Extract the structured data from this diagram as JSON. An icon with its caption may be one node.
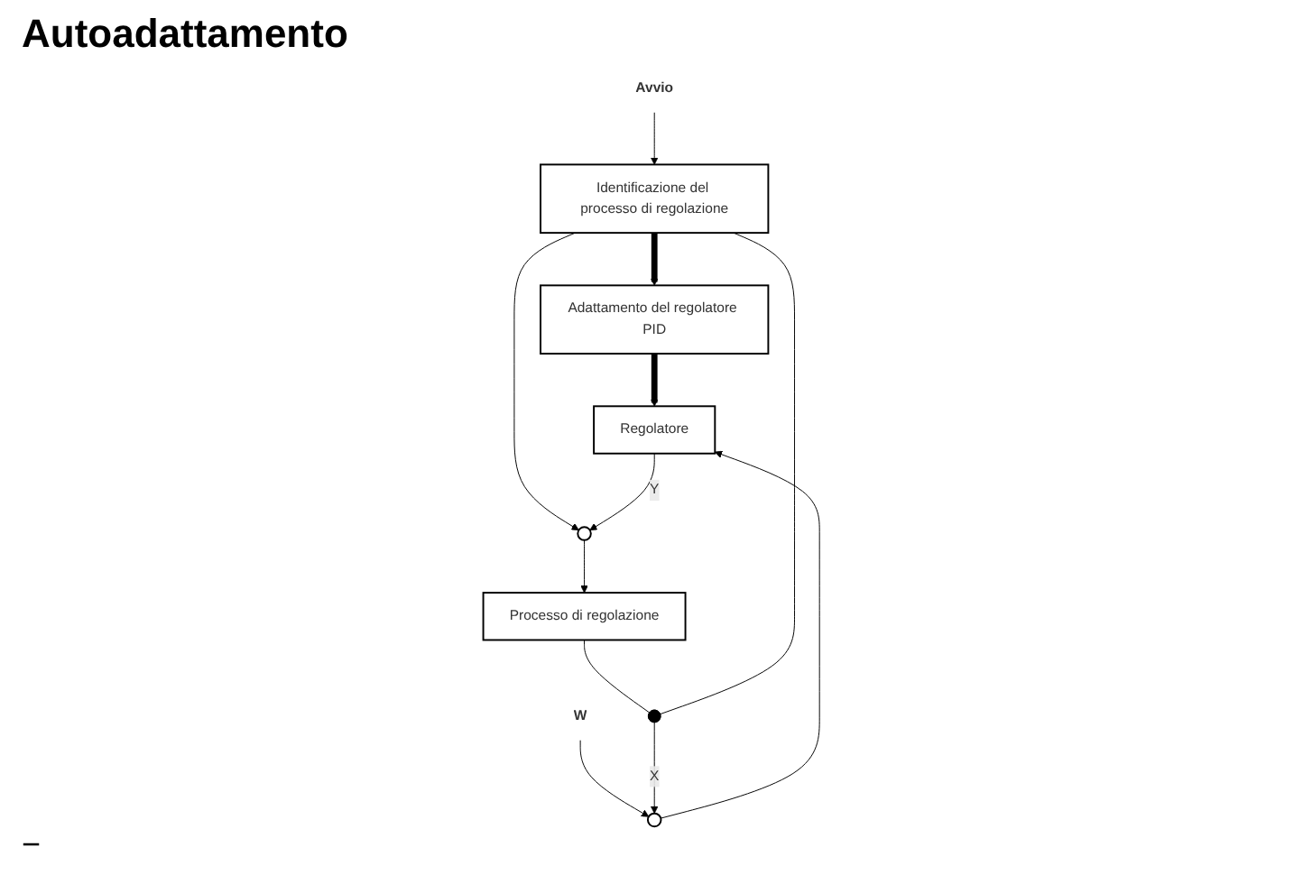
{
  "diagram": {
    "title": "Autoadattamento",
    "nodes": [
      {
        "text": [
          "Avvio"
        ]
      },
      {
        "text": [
          "Adattamento del regolatore PID"
        ]
      },
      {
        "text": [
          "Identificazione del processo di regolazione"
        ]
      },
      {
        "text": [
          "W"
        ]
      },
      {
        "text": [],
        "shape": "circle"
      },
      {
        "text": [
          "Regolatore"
        ]
      },
      {
        "text": [],
        "shape": "circle"
      },
      {
        "text": [
          "Processo di regolazione"
        ]
      },
      {
        "text": [],
        "shape": "dot"
      }
    ],
    "edges": [
      {
        "from": 0,
        "to": 2,
        "arrow": "to"
      },
      {
        "from": 2,
        "to": 1,
        "arrow": "to",
        "style": "thick"
      },
      {
        "from": 1,
        "to": 5,
        "arrow": "to",
        "style": "thick"
      },
      {
        "from": 2,
        "to": 6,
        "arrow": "to"
      },
      {
        "from": 8,
        "to": 2,
        "arrow": "none"
      },
      {
        "from": 3,
        "to": 4,
        "arrow": "to"
      },
      {
        "from": 4,
        "to": 5,
        "arrow": "to"
      },
      {
        "from": 5,
        "to": 6,
        "arrow": "to",
        "label": "Y"
      },
      {
        "from": 6,
        "to": 7,
        "arrow": "to"
      },
      {
        "from": 7,
        "to": 8,
        "arrow": "none"
      },
      {
        "from": 8,
        "to": 4,
        "arrow": "to",
        "label": "X"
      }
    ],
    "labels": [
      "−"
    ]
  }
}
